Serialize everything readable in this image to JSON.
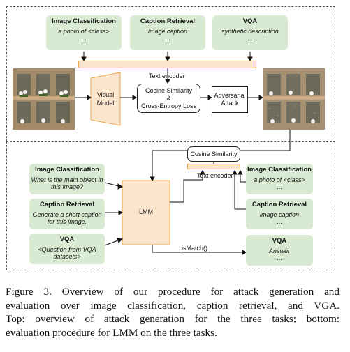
{
  "top_tasks": [
    {
      "title": "Image Classification",
      "text": "a photo of <class>",
      "ellipsis": "..."
    },
    {
      "title": "Caption Retrieval",
      "text": "image caption",
      "ellipsis": "..."
    },
    {
      "title": "VQA",
      "text": "synthetic description",
      "ellipsis": "..."
    }
  ],
  "text_encoder_top": "Text encoder",
  "visual_model": "Visual Model",
  "loss_box": {
    "line1": "Cosine Similarity",
    "line2": "&",
    "line3": "Cross-Entropy Loss"
  },
  "adversarial": {
    "line1": "Adversarial",
    "line2": "Attack"
  },
  "bottom_queries": [
    {
      "title": "Image Classification",
      "text": "What is the main object in this image?"
    },
    {
      "title": "Caption Retrieval",
      "text": "Generate a short caption for this image."
    },
    {
      "title": "VQA",
      "text": "<Question from VQA datasets>"
    }
  ],
  "lmm": "LMM",
  "cosine_box": "Cosine Similarity",
  "text_encoder_bottom": "Text encoder",
  "bottom_answers": [
    {
      "title": "Image Classification",
      "text": "a photo of <class>",
      "ellipsis": "..."
    },
    {
      "title": "Caption Retrieval",
      "text": "image caption",
      "ellipsis": "..."
    },
    {
      "title": "VQA",
      "text": "Answer",
      "ellipsis": "..."
    }
  ],
  "ismatch": "isMatch()",
  "caption": {
    "line1": "Figure 3.  Overview of our procedure for attack generation and",
    "line2": "evaluation over image classification, caption retrieval, and VGA.",
    "line3": "Top:  overview of attack generation for the three tasks; bottom:",
    "line4": "evaluation procedure for LMM on the three tasks."
  }
}
